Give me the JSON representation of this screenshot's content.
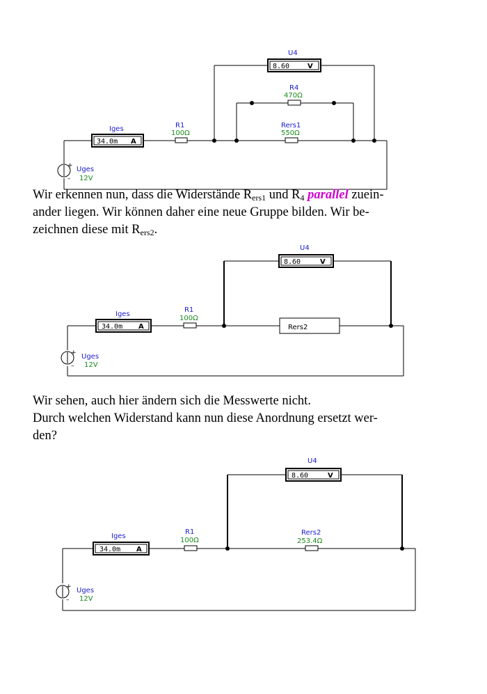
{
  "circuit1": {
    "voltmeter_label": "U4",
    "voltmeter_value": "8.60",
    "voltmeter_unit": "V",
    "r4_label": "R4",
    "r4_value": "470Ω",
    "rers1_label": "Rers1",
    "rers1_value": "550Ω",
    "ammeter_label": "Iges",
    "ammeter_value": "34.0m",
    "ammeter_unit": "A",
    "r1_label": "R1",
    "r1_value": "100Ω",
    "source_label": "Uges",
    "source_value": "12V",
    "plus": "+",
    "minus": "–"
  },
  "para1": {
    "t1": "Wir erkennen nun, dass die Widerstände R",
    "sub1": "ers1",
    "t2": " und R",
    "sub2": "4",
    "t3": " ",
    "emph": "parallel",
    "t4": " zuein-",
    "line2": "ander liegen. Wir können daher eine neue Gruppe bilden. Wir be-",
    "line3_a": "zeichnen diese mit R",
    "line3_sub": "ers2",
    "line3_b": "."
  },
  "circuit2": {
    "voltmeter_label": "U4",
    "voltmeter_value": "8.60",
    "voltmeter_unit": "V",
    "ammeter_label": "Iges",
    "ammeter_value": "34.0m",
    "ammeter_unit": "A",
    "r1_label": "R1",
    "r1_value": "100Ω",
    "rers2_box": "Rers2",
    "source_label": "Uges",
    "source_value": "12V",
    "plus": "+",
    "minus": "–"
  },
  "para2": {
    "line1": "Wir sehen, auch hier ändern sich die Messwerte nicht.",
    "line2": "Durch welchen Widerstand kann nun diese Anordnung ersetzt wer-",
    "line3": "den?"
  },
  "circuit3": {
    "voltmeter_label": "U4",
    "voltmeter_value": "8.60",
    "voltmeter_unit": "V",
    "ammeter_label": "Iges",
    "ammeter_value": "34.0m",
    "ammeter_unit": "A",
    "r1_label": "R1",
    "r1_value": "100Ω",
    "rers2_label": "Rers2",
    "rers2_value": "253.4Ω",
    "source_label": "Uges",
    "source_value": "12V",
    "plus": "+",
    "minus": "–"
  }
}
